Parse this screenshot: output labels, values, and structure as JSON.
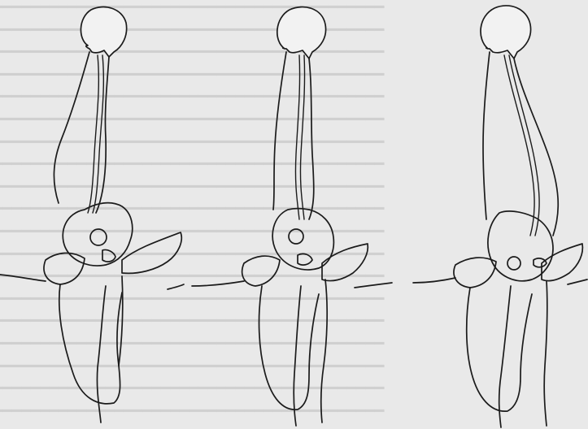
{
  "background_text_color": "#bcbcbc",
  "line_color": "#1b1b1b",
  "paper_color": "#e9e9e9",
  "figures": [
    {
      "name": "figure-posture-1"
    },
    {
      "name": "figure-posture-2"
    },
    {
      "name": "figure-posture-3"
    }
  ]
}
